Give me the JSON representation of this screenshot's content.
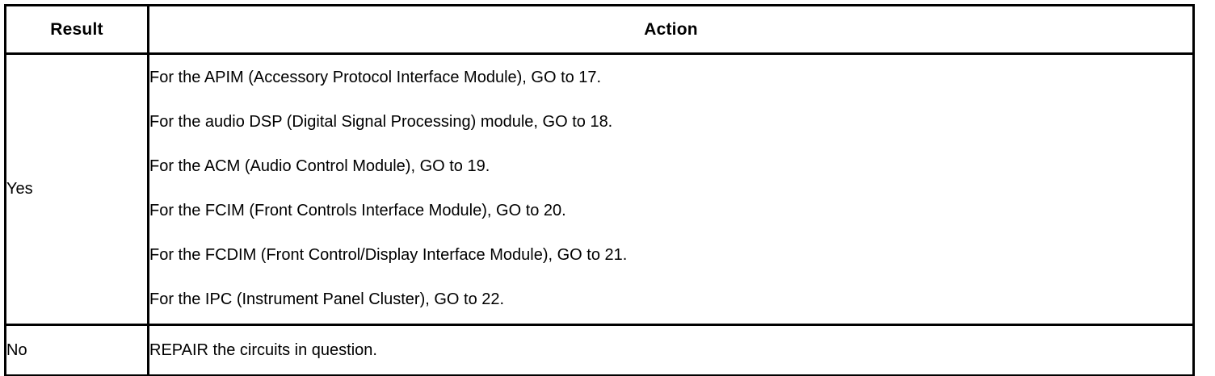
{
  "table": {
    "columns": [
      {
        "key": "result",
        "header": "Result",
        "align": "center"
      },
      {
        "key": "action",
        "header": "Action",
        "align": "center"
      }
    ],
    "rows": [
      {
        "result": "Yes",
        "actions": [
          "For the APIM (Accessory Protocol Interface Module), GO to 17.",
          "For the audio DSP (Digital Signal Processing) module, GO to 18.",
          "For the ACM (Audio Control Module), GO to 19.",
          "For the FCIM (Front Controls Interface Module), GO to 20.",
          "For the FCDIM (Front Control/Display Interface Module), GO to 21.",
          "For the IPC (Instrument Panel Cluster), GO to 22."
        ]
      },
      {
        "result": "No",
        "actions": [
          "REPAIR the circuits in question."
        ]
      }
    ]
  },
  "style": {
    "border_color": "#000000",
    "background_color": "#ffffff",
    "text_color": "#000000"
  }
}
